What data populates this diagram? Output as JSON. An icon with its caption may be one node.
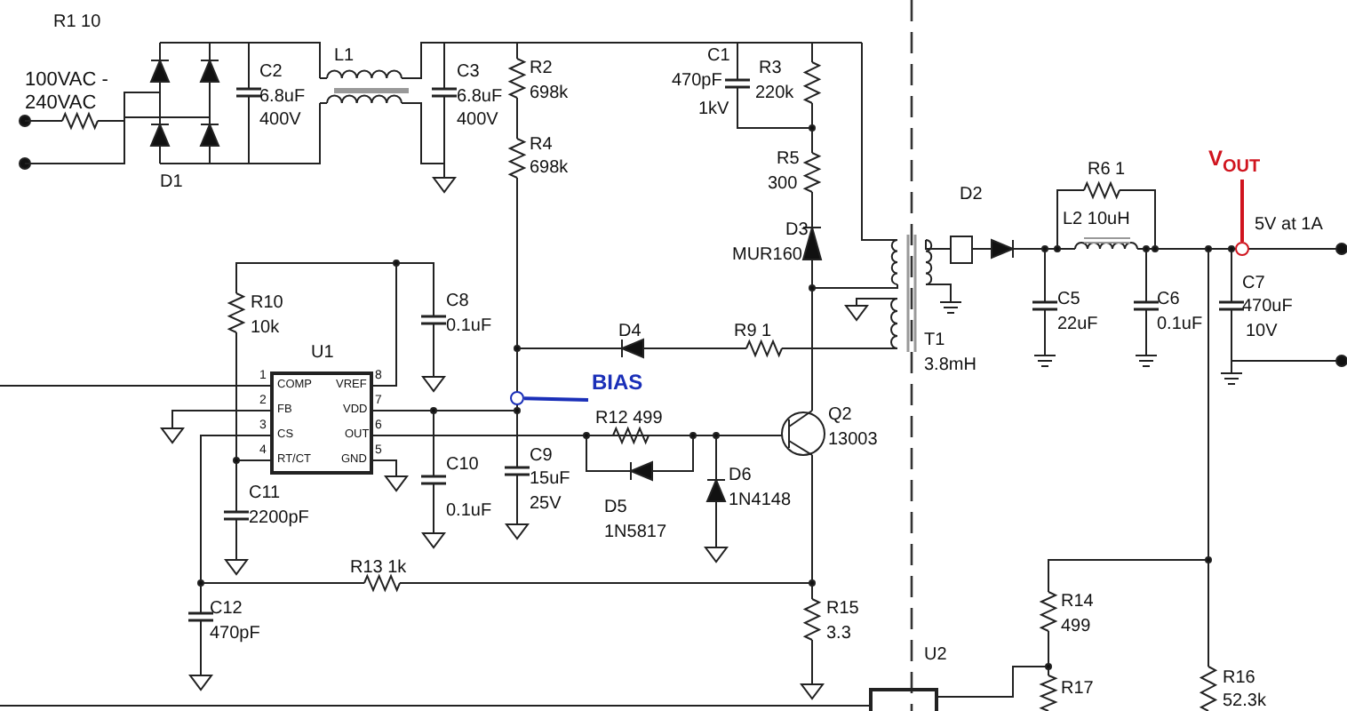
{
  "diagram": {
    "nodes": [
      {
        "text": [
          "BIAS"
        ]
      },
      {
        "text": [],
        "shape": "circle"
      },
      {
        "text": [
          "V$_{OUT}$"
        ]
      },
      {
        "text": [],
        "shape": "circle"
      }
    ],
    "edges": [
      {
        "from": 0,
        "to": 1,
        "arrow": "none",
        "color": "#1a2fb8"
      },
      {
        "from": 2,
        "to": 3,
        "arrow": "none",
        "color": "#d0141e"
      }
    ],
    "labels": [
      "R1 10",
      "C2",
      "L1",
      "C3",
      "R2",
      "C1",
      "R3",
      "100VAC - 240VAC",
      "6.8uF",
      "6.8uF",
      "698k",
      "470pF",
      "220k",
      "400V",
      "400V",
      "1kV",
      "R4",
      "698k",
      "R5",
      "R6 1",
      "D1",
      "300",
      "D2",
      "L2 10uH",
      "5V at 1A",
      "D3",
      "MUR160",
      "R10",
      "C8",
      "C5",
      "C6",
      "C7",
      "10k",
      "0.1uF",
      "22uF",
      "0.1uF",
      "470uF",
      "D4",
      "R9 1",
      "10V",
      "T1",
      "U1",
      "3.8mH",
      "1",
      "COMP",
      "VREF",
      "8",
      "2",
      "FB",
      "VDD",
      "7",
      "R12 499",
      "Q2",
      "3",
      "CS",
      "OUT",
      "6",
      "13003",
      "4",
      "RT/CT",
      "GND",
      "5",
      "C9",
      "C10",
      "15uF",
      "D6",
      "C11",
      "0.1uF",
      "25V",
      "D5",
      "1N4148",
      "2200pF",
      "1N5817",
      "R13 1k",
      "C12",
      "R15",
      "R14",
      "470pF",
      "3.3",
      "499",
      "U2",
      "R16",
      "R17",
      "52.3k"
    ]
  }
}
